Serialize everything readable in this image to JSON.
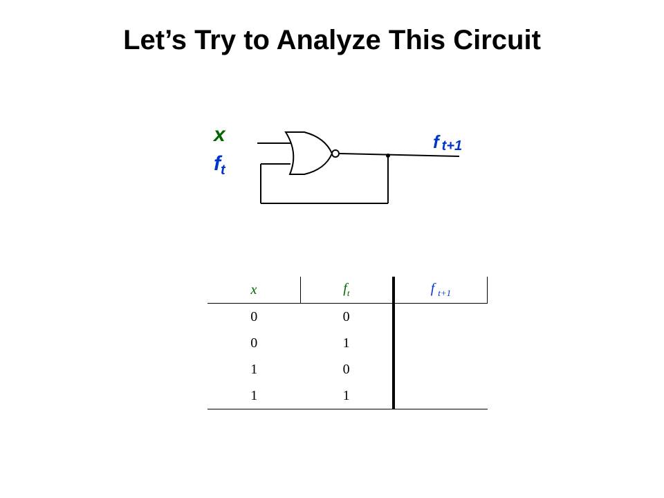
{
  "slide": {
    "title": "Let’s Try to Analyze This Circuit"
  },
  "circuit": {
    "gate": "NOR",
    "input_x_label": "x",
    "input_f_label": "f",
    "input_f_sub": "t",
    "output_label": "f",
    "output_sub": "t+1",
    "colors": {
      "x_label": "#006600",
      "f_labels": "#0033cc",
      "wire": "#000000"
    }
  },
  "table": {
    "headers": [
      {
        "main": "x",
        "sub": ""
      },
      {
        "main": "f",
        "sub": "t"
      },
      {
        "main": "f",
        "sub": "t+1"
      }
    ],
    "rows": [
      [
        "0",
        "0",
        ""
      ],
      [
        "0",
        "1",
        ""
      ],
      [
        "1",
        "0",
        ""
      ],
      [
        "1",
        "1",
        ""
      ]
    ]
  }
}
